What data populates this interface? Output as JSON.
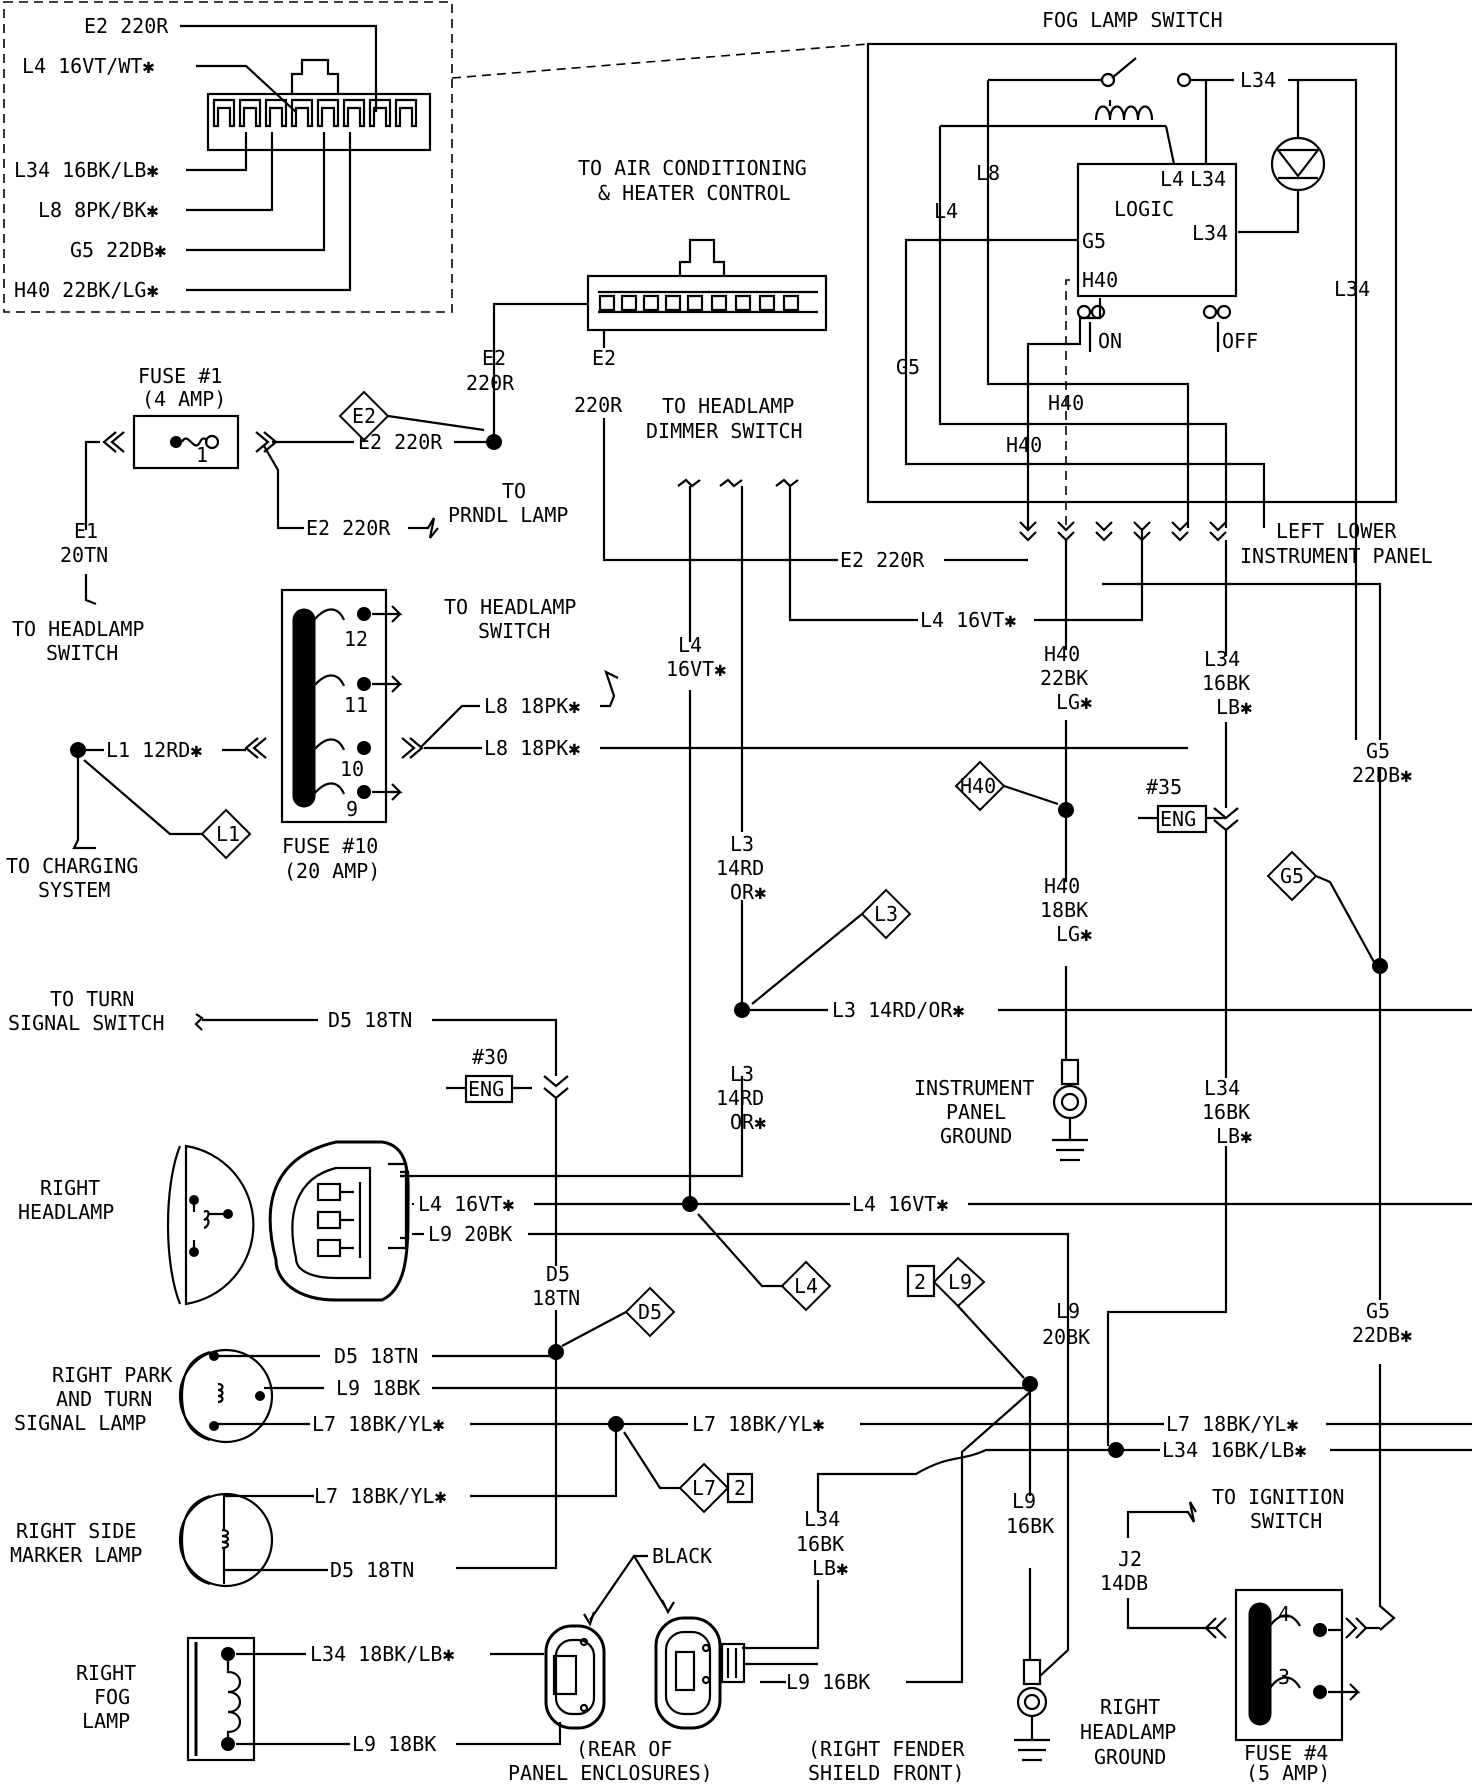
{
  "connector_inset": {
    "wires": [
      "E2 220R",
      "L4 16VT/WT✱",
      "L34 16BK/LB✱",
      "L8 8PK/BK✱",
      "G5 22DB✱",
      "H40 22BK/LG✱"
    ]
  },
  "fog_switch": {
    "title": "FOG LAMP SWITCH",
    "logic": "LOGIC",
    "pins": [
      "L4",
      "L34",
      "L34",
      "G5",
      "H40"
    ],
    "on": "ON",
    "off": "OFF",
    "internal": [
      "L34",
      "L8",
      "L4",
      "L34",
      "G5",
      "H40",
      "H40"
    ]
  },
  "ac_control": {
    "line1": "TO AIR CONDITIONING",
    "line2": "& HEATER CONTROL"
  },
  "fuse1": {
    "title": "FUSE #1",
    "rating": "(4 AMP)",
    "num": "1"
  },
  "e2_labels": [
    "E2",
    "220R",
    "E2 220R",
    "E2 220R",
    "E2",
    "220R",
    "E2 220R"
  ],
  "prndl": {
    "line1": "TO",
    "line2": "PRNDL LAMP"
  },
  "e1": {
    "line1": "E1",
    "line2": "20TN",
    "to1": "TO HEADLAMP",
    "to2": "SWITCH"
  },
  "dimmer": {
    "line1": "TO HEADLAMP",
    "line2": "DIMMER SWITCH"
  },
  "left_panel": {
    "line1": "LEFT LOWER",
    "line2": "INSTRUMENT PANEL"
  },
  "fuse10": {
    "title": "FUSE #10",
    "rating": "(20 AMP)",
    "nums": [
      "12",
      "11",
      "10",
      "9"
    ]
  },
  "headlamp_switch": {
    "line1": "TO HEADLAMP",
    "line2": "SWITCH"
  },
  "l8": [
    "L8 18PK✱",
    "L8 18PK✱"
  ],
  "l1": {
    "wire": "L1 12RD✱",
    "tag": "L1",
    "to1": "TO CHARGING",
    "to2": "SYSTEM"
  },
  "l4_labels": [
    "L4 16VT✱",
    "L4",
    "16VT✱",
    "L4 16VT✱",
    "L4 16VT✱",
    "L4"
  ],
  "h40_labels": [
    "H40",
    "22BK",
    "LG✱",
    "H40",
    "H40",
    "18BK",
    "LG✱"
  ],
  "l34_labels": [
    "L34",
    "16BK",
    "LB✱",
    "L34",
    "16BK",
    "LB✱"
  ],
  "g5_labels": [
    "G5",
    "22DB✱",
    "G5",
    "G5",
    "22DB✱"
  ],
  "eng35": {
    "num": "#35",
    "label": "ENG"
  },
  "eng30": {
    "num": "#30",
    "label": "ENG"
  },
  "l3_labels": [
    "L3",
    "14RD",
    "OR✱",
    "L3",
    "L3 14RD/OR✱",
    "L3",
    "14RD",
    "OR✱"
  ],
  "ip_ground": {
    "line1": "INSTRUMENT",
    "line2": "PANEL",
    "line3": "GROUND"
  },
  "turn_signal": {
    "line1": "TO TURN",
    "line2": "SIGNAL SWITCH",
    "wire": "D5 18TN"
  },
  "right_headlamp": {
    "line1": "RIGHT",
    "line2": "HEADLAMP",
    "l9": "L9 20BK"
  },
  "d5_labels": [
    "D5",
    "18TN",
    "D5",
    "D5 18TN",
    "D5 18TN"
  ],
  "l9_labels": [
    "L9",
    "2",
    "L9",
    "20BK",
    "L9 18BK",
    "L9",
    "16BK",
    "L9 16BK",
    "L9 18BK"
  ],
  "park_lamp": {
    "line1": "RIGHT PARK",
    "line2": "AND TURN",
    "line3": "SIGNAL LAMP"
  },
  "l7_labels": [
    "L7 18BK/YL✱",
    "L7 18BK/YL✱",
    "L7 18BK/YL✱",
    "L7 18BK/YL✱",
    "L7",
    "2"
  ],
  "l34_lower": [
    "L34 16BK/LB✱",
    "L34",
    "16BK",
    "LB✱",
    "L34 18BK/LB✱"
  ],
  "marker_lamp": {
    "line1": "RIGHT SIDE",
    "line2": "MARKER LAMP"
  },
  "ignition": {
    "line1": "TO IGNITION",
    "line2": "SWITCH",
    "j2": "J2",
    "j2w": "14DB"
  },
  "fog_lamp": {
    "line1": "RIGHT",
    "line2": "FOG",
    "line3": "LAMP"
  },
  "black": "BLACK",
  "rear_panel": {
    "line1": "(REAR OF",
    "line2": "PANEL ENCLOSURES)"
  },
  "fender": {
    "line1": "(RIGHT FENDER",
    "line2": "SHIELD FRONT)"
  },
  "hl_ground": {
    "line1": "RIGHT",
    "line2": "HEADLAMP",
    "line3": "GROUND"
  },
  "fuse4": {
    "title": "FUSE #4",
    "rating": "(5 AMP)",
    "nums": [
      "4",
      "3"
    ]
  }
}
